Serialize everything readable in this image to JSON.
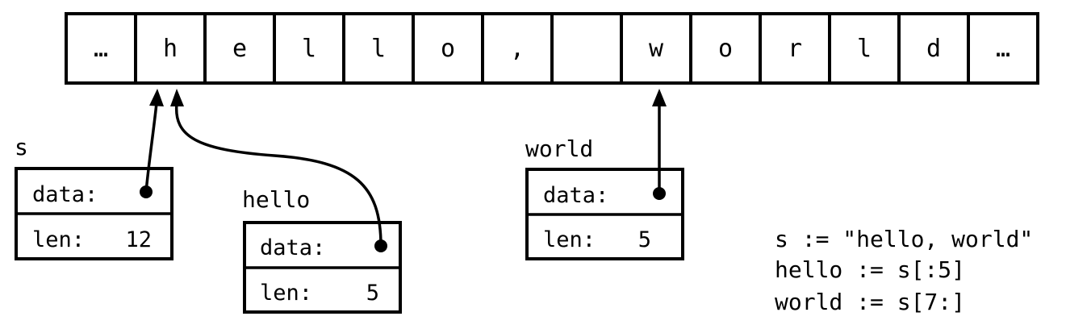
{
  "memory": {
    "cells": [
      "…",
      "h",
      "e",
      "l",
      "l",
      "o",
      ",",
      " ",
      "w",
      "o",
      "r",
      "l",
      "d",
      "…"
    ]
  },
  "headers": [
    {
      "name": "s",
      "data_label": "data:",
      "len_label": "len:",
      "len_value": "12",
      "points_to_index": 1
    },
    {
      "name": "hello",
      "data_label": "data:",
      "len_label": "len:",
      "len_value": "5",
      "points_to_index": 1
    },
    {
      "name": "world",
      "data_label": "data:",
      "len_label": "len:",
      "len_value": "5",
      "points_to_index": 8
    }
  ],
  "code": [
    "s := \"hello, world\"",
    "hello := s[:5]",
    "world := s[7:]"
  ]
}
